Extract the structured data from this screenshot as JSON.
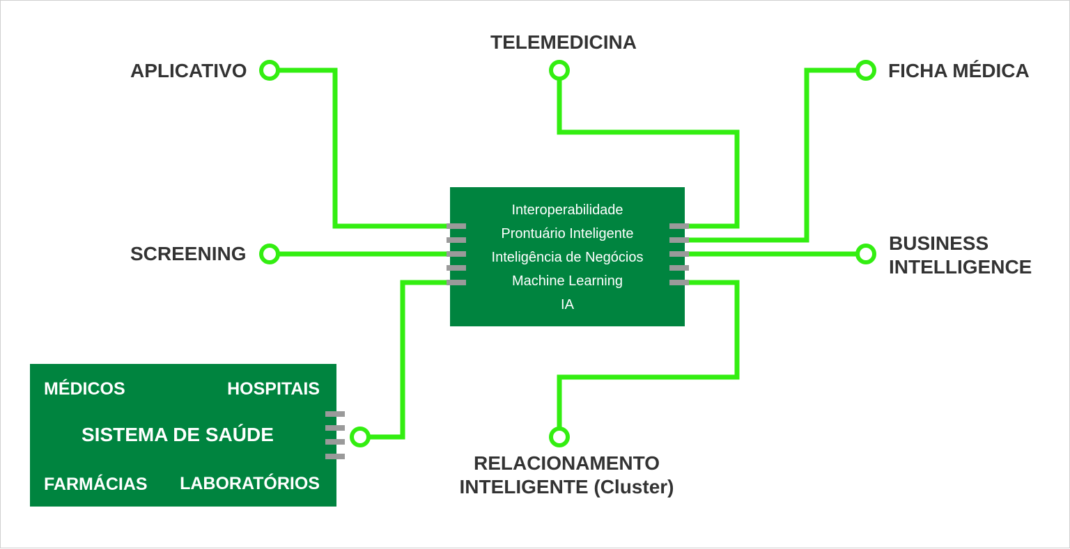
{
  "colors": {
    "wire": "#33ee11",
    "chip": "#00843f",
    "pin": "#9a9a9a",
    "label": "#333333"
  },
  "labels": {
    "aplicativo": "APLICATIVO",
    "telemedicina": "TELEMEDICINA",
    "ficha_medica": "FICHA MÉDICA",
    "screening": "SCREENING",
    "business_intelligence": [
      "BUSINESS",
      "INTELLIGENCE"
    ],
    "relacionamento": [
      "RELACIONAMENTO",
      "INTELIGENTE (Cluster)"
    ]
  },
  "central_chip": {
    "lines": [
      "Interoperabilidade",
      "Prontuário Inteligente",
      "Inteligência de Negócios",
      "Machine Learning",
      "IA"
    ]
  },
  "health_system": {
    "title": "SISTEMA DE SAÚDE",
    "medicos": "MÉDICOS",
    "hospitais": "HOSPITAIS",
    "farmacias": "FARMÁCIAS",
    "laboratorios": "LABORATÓRIOS"
  }
}
